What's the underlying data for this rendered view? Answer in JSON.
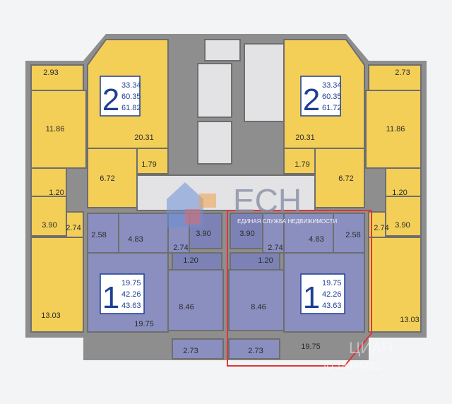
{
  "apartments": {
    "left_2room": {
      "rooms": "2",
      "areas": [
        "33.34",
        "60.35",
        "61.82"
      ]
    },
    "right_2room": {
      "rooms": "2",
      "areas": [
        "33.34",
        "60.35",
        "61.72"
      ]
    },
    "left_1room": {
      "rooms": "1",
      "areas": [
        "19.75",
        "42.26",
        "43.63"
      ]
    },
    "right_1room": {
      "rooms": "1",
      "areas": [
        "19.75",
        "42.26",
        "43.63"
      ]
    }
  },
  "labels": {
    "l_balcony_top": "2.93",
    "l_kitchen": "11.86",
    "l_room": "20.31",
    "l_hall": "6.72",
    "l_wc_small": "1.79",
    "l_bath_120": "1.20",
    "l_bath": "3.90",
    "l_corr": "2.74",
    "l_bedroom": "13.03",
    "r_balcony_top": "2.73",
    "r_kitchen": "11.86",
    "r_room": "20.31",
    "r_hall": "6.72",
    "r_wc_small": "1.79",
    "r_bath_120": "1.20",
    "r_bath": "3.90",
    "r_corr": "2.74",
    "r_bedroom": "13.03",
    "l1_balcony": "2.58",
    "l1_hall": "4.83",
    "l1_corr": "2.74",
    "l1_bath": "3.90",
    "l1_wc": "1.20",
    "l1_kitchen": "8.46",
    "l1_room": "19.75",
    "l1_loggia": "2.73",
    "r1_balcony": "2.58",
    "r1_hall": "4.83",
    "r1_corr": "2.74",
    "r1_bath": "3.90",
    "r1_wc": "1.20",
    "r1_kitchen": "8.46",
    "r1_room": "19.75",
    "r1_loggia": "2.73"
  },
  "logo": {
    "text": "ЕСН",
    "subtitle": "ЕДИНАЯ СЛУЖБА НЕДВИЖИМОСТИ"
  },
  "watermark": {
    "text": "ЦИАН",
    "id": "ID 18094332"
  },
  "colors": {
    "yellow": "#f3cf58",
    "purple": "#8a8fbf",
    "highlight": "#e0343a"
  }
}
